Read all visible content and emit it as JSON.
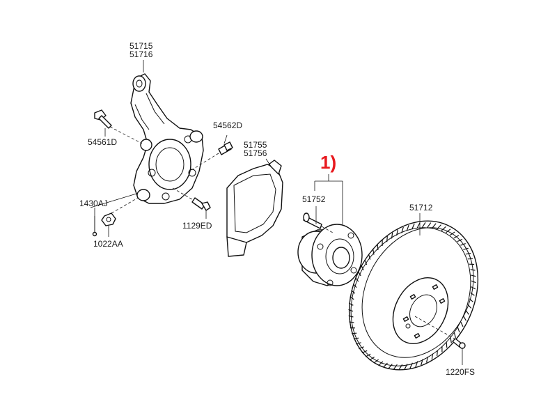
{
  "callout": {
    "text": "1)",
    "color": "#e8191e"
  },
  "labels": {
    "knuckle_a": "51715",
    "knuckle_b": "51716",
    "bolt_54561d": "54561D",
    "bolt_54562d": "54562D",
    "dust_cover_a": "51755",
    "dust_cover_b": "51756",
    "hub_bolt": "51752",
    "disc": "51712",
    "pin_1430aj": "1430AJ",
    "nut_1022aa": "1022AA",
    "bolt_1129ed": "1129ED",
    "screw_1220fs": "1220FS"
  }
}
